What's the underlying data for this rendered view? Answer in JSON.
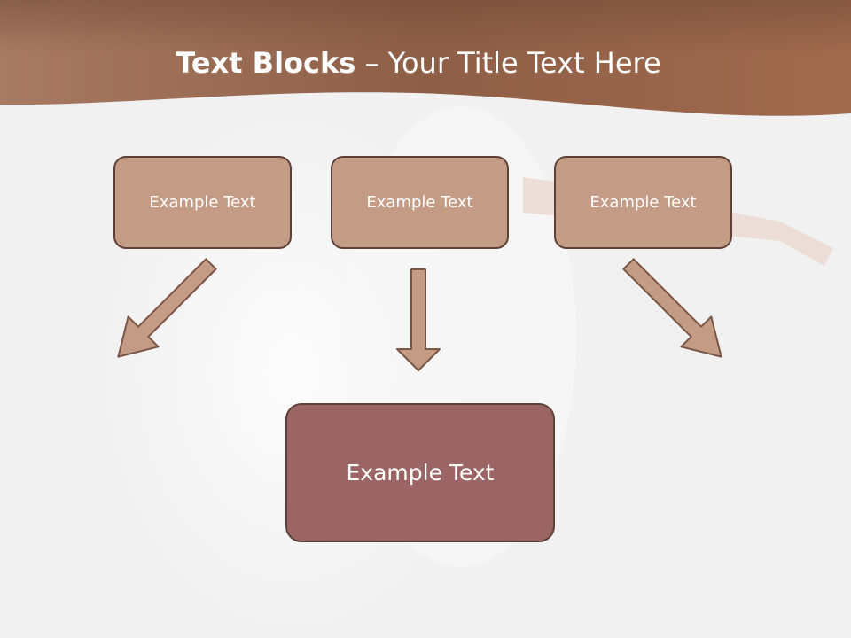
{
  "slide": {
    "title_bold": "Text Blocks",
    "title_dash": " – ",
    "title_rest": "Your Title Text Here"
  },
  "blocks": [
    {
      "label": "Example Text"
    },
    {
      "label": "Example Text"
    },
    {
      "label": "Example Text"
    }
  ],
  "result_block": {
    "label": "Example Text"
  },
  "colors": {
    "header_band": "#a0694e",
    "block_fill": "#c49c86",
    "block_border": "#5e4036",
    "result_fill": "#9b6565",
    "arrow_fill": "#c49c86",
    "arrow_stroke": "#7a5646"
  }
}
